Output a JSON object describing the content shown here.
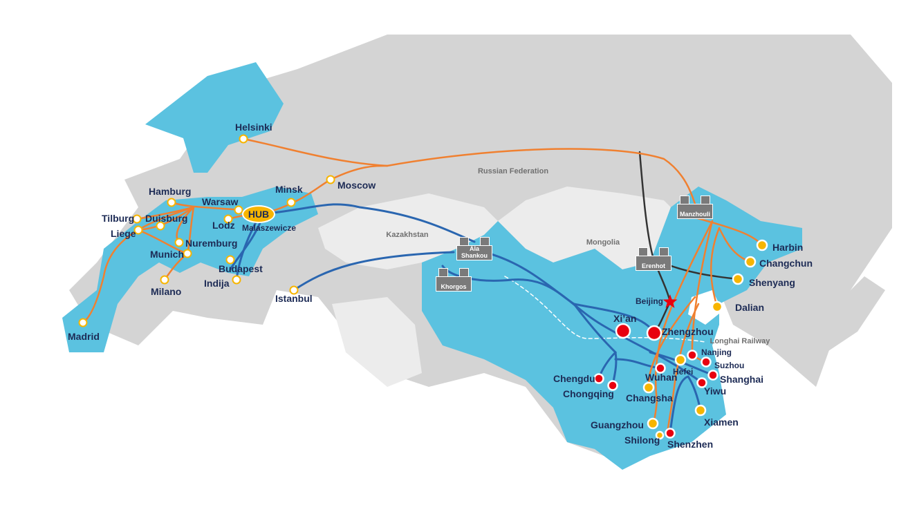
{
  "colors": {
    "land": "#d4d4d4",
    "light_land": "#ececec",
    "route_region": "#5bc2e0",
    "orange_route": "#f08030",
    "blue_route": "#2a66b0",
    "rail_black": "#333333",
    "yellow_stop": "#f7b500",
    "red_stop": "#e8000f"
  },
  "regions": {
    "russia": "Russian Federation",
    "kazakhstan": "Kazakhstan",
    "mongolia": "Mongolia",
    "longhai": "Longhai Railway"
  },
  "hub": {
    "label": "HUB",
    "sub": "Malaszewicze"
  },
  "gateways": [
    {
      "name": "Manzhouli"
    },
    {
      "name": "Erenhot"
    },
    {
      "name": "Ala Shankou"
    },
    {
      "name": "Khorgos"
    }
  ],
  "cities": [
    {
      "name": "Helsinki",
      "type": "europe"
    },
    {
      "name": "Moscow",
      "type": "europe"
    },
    {
      "name": "Minsk",
      "type": "europe"
    },
    {
      "name": "Warsaw",
      "type": "europe"
    },
    {
      "name": "Lodz",
      "type": "europe"
    },
    {
      "name": "Hamburg",
      "type": "europe"
    },
    {
      "name": "Tilburg",
      "type": "europe"
    },
    {
      "name": "Duisburg",
      "type": "europe"
    },
    {
      "name": "Liege",
      "type": "europe"
    },
    {
      "name": "Nuremburg",
      "type": "europe"
    },
    {
      "name": "Munich",
      "type": "europe"
    },
    {
      "name": "Milano",
      "type": "europe"
    },
    {
      "name": "Madrid",
      "type": "europe"
    },
    {
      "name": "Budapest",
      "type": "europe"
    },
    {
      "name": "Indija",
      "type": "europe"
    },
    {
      "name": "Istanbul",
      "type": "europe"
    },
    {
      "name": "Harbin",
      "type": "yellow"
    },
    {
      "name": "Changchun",
      "type": "yellow"
    },
    {
      "name": "Shenyang",
      "type": "yellow"
    },
    {
      "name": "Dalian",
      "type": "yellow"
    },
    {
      "name": "Beijing",
      "type": "capital"
    },
    {
      "name": "Xi’an",
      "type": "red-large"
    },
    {
      "name": "Zhengzhou",
      "type": "red-large"
    },
    {
      "name": "Nanjing",
      "type": "red"
    },
    {
      "name": "Suzhou",
      "type": "red"
    },
    {
      "name": "Shanghai",
      "type": "red"
    },
    {
      "name": "Hefei",
      "type": "yellow"
    },
    {
      "name": "Wuhan",
      "type": "red"
    },
    {
      "name": "Yiwu",
      "type": "red"
    },
    {
      "name": "Chengdu",
      "type": "red"
    },
    {
      "name": "Chongqing",
      "type": "red"
    },
    {
      "name": "Changsha",
      "type": "yellow"
    },
    {
      "name": "Xiamen",
      "type": "yellow"
    },
    {
      "name": "Guangzhou",
      "type": "yellow"
    },
    {
      "name": "Shilong",
      "type": "yellow"
    },
    {
      "name": "Shenzhen",
      "type": "red"
    }
  ]
}
